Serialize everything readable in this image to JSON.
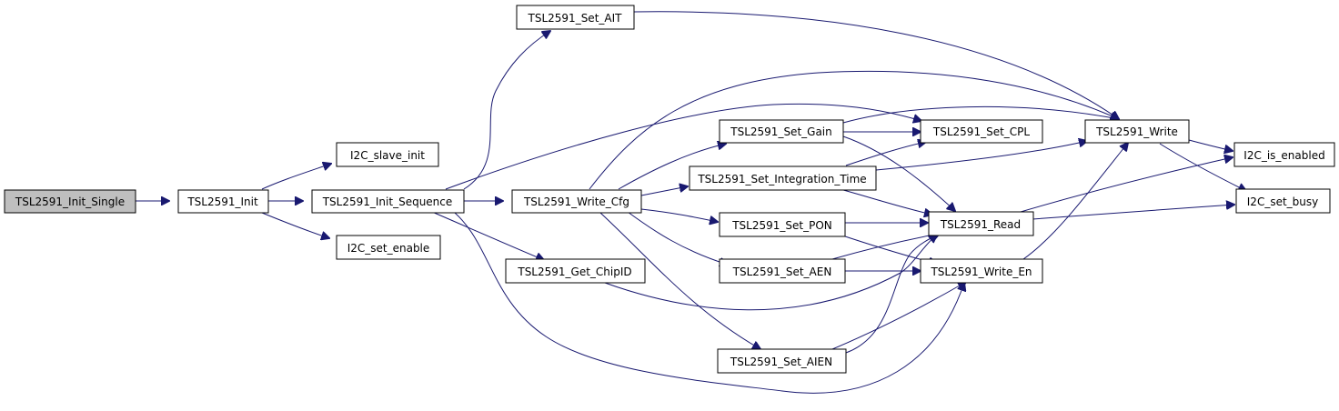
{
  "diagram": {
    "nodes": [
      {
        "id": "n_init_single",
        "label": "TSL2591_Init_Single",
        "root": true
      },
      {
        "id": "n_init",
        "label": "TSL2591_Init"
      },
      {
        "id": "n_slave_init",
        "label": "I2C_slave_init"
      },
      {
        "id": "n_init_seq",
        "label": "TSL2591_Init_Sequence"
      },
      {
        "id": "n_set_enable",
        "label": "I2C_set_enable"
      },
      {
        "id": "n_set_ait",
        "label": "TSL2591_Set_AIT"
      },
      {
        "id": "n_write_cfg",
        "label": "TSL2591_Write_Cfg"
      },
      {
        "id": "n_get_chipid",
        "label": "TSL2591_Get_ChipID"
      },
      {
        "id": "n_set_gain",
        "label": "TSL2591_Set_Gain"
      },
      {
        "id": "n_set_integ",
        "label": "TSL2591_Set_Integration_Time"
      },
      {
        "id": "n_set_pon",
        "label": "TSL2591_Set_PON"
      },
      {
        "id": "n_set_aen",
        "label": "TSL2591_Set_AEN"
      },
      {
        "id": "n_set_aien",
        "label": "TSL2591_Set_AIEN"
      },
      {
        "id": "n_set_cpl",
        "label": "TSL2591_Set_CPL"
      },
      {
        "id": "n_read",
        "label": "TSL2591_Read"
      },
      {
        "id": "n_write_en",
        "label": "TSL2591_Write_En"
      },
      {
        "id": "n_write",
        "label": "TSL2591_Write"
      },
      {
        "id": "n_is_enabled",
        "label": "I2C_is_enabled"
      },
      {
        "id": "n_set_busy",
        "label": "I2C_set_busy"
      }
    ],
    "edges": [
      [
        "n_init_single",
        "n_init"
      ],
      [
        "n_init",
        "n_slave_init"
      ],
      [
        "n_init",
        "n_init_seq"
      ],
      [
        "n_init",
        "n_set_enable"
      ],
      [
        "n_init_seq",
        "n_set_ait"
      ],
      [
        "n_init_seq",
        "n_write_cfg"
      ],
      [
        "n_init_seq",
        "n_set_cpl"
      ],
      [
        "n_init_seq",
        "n_get_chipid"
      ],
      [
        "n_init_seq",
        "n_write_en"
      ],
      [
        "n_set_ait",
        "n_write"
      ],
      [
        "n_write_cfg",
        "n_set_gain"
      ],
      [
        "n_write_cfg",
        "n_set_integ"
      ],
      [
        "n_write_cfg",
        "n_set_pon"
      ],
      [
        "n_write_cfg",
        "n_set_aen"
      ],
      [
        "n_write_cfg",
        "n_set_aien"
      ],
      [
        "n_write_cfg",
        "n_write"
      ],
      [
        "n_set_gain",
        "n_set_cpl"
      ],
      [
        "n_set_gain",
        "n_write"
      ],
      [
        "n_set_gain",
        "n_read"
      ],
      [
        "n_set_integ",
        "n_set_cpl"
      ],
      [
        "n_set_integ",
        "n_write"
      ],
      [
        "n_set_integ",
        "n_read"
      ],
      [
        "n_set_pon",
        "n_read"
      ],
      [
        "n_set_pon",
        "n_write_en"
      ],
      [
        "n_set_aen",
        "n_read"
      ],
      [
        "n_set_aen",
        "n_write_en"
      ],
      [
        "n_set_aien",
        "n_read"
      ],
      [
        "n_set_aien",
        "n_write_en"
      ],
      [
        "n_get_chipid",
        "n_read"
      ],
      [
        "n_write_en",
        "n_write"
      ],
      [
        "n_read",
        "n_is_enabled"
      ],
      [
        "n_read",
        "n_set_busy"
      ],
      [
        "n_write",
        "n_is_enabled"
      ],
      [
        "n_write",
        "n_set_busy"
      ]
    ]
  }
}
